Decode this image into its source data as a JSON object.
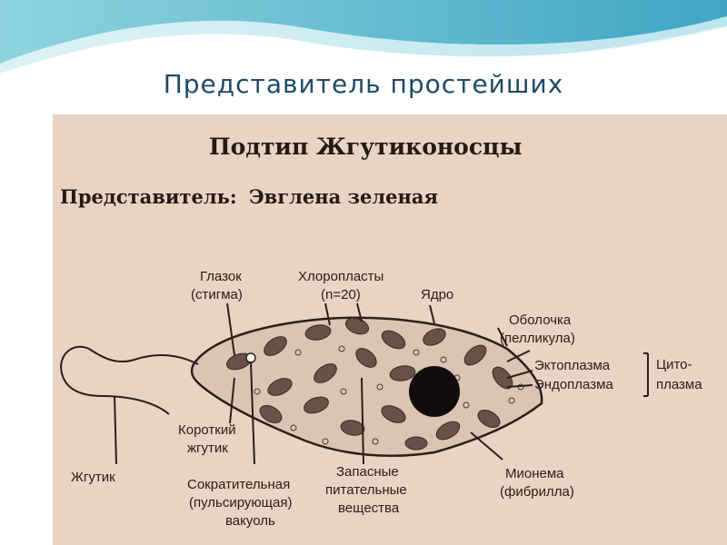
{
  "slide": {
    "title": "Представитель простейших"
  },
  "diagram": {
    "heading": "Подтип Жгутиконосцы",
    "subheading_label": "Представитель:",
    "subheading_name": "Эвглена зеленая",
    "labels": {
      "glazok_1": "Глазок",
      "glazok_2": "(стигма)",
      "chloro_1": "Хлоропласты",
      "chloro_2": "(n=20)",
      "yadro": "Ядро",
      "obolochka_1": "Оболочка",
      "obolochka_2": "(пелликула)",
      "ekto": "Эктоплазма",
      "endo": "Эндоплазма",
      "cyto_1": "Цито-",
      "cyto_2": "плазма",
      "korotkiy_1": "Короткий",
      "korotkiy_2": "жгутик",
      "zhgutik": "Жгутик",
      "sokr_1": "Сократительная",
      "sokr_2": "(пульсирующая)",
      "sokr_3": "вакуоль",
      "zapas_1": "Запасные",
      "zapas_2": "питательные",
      "zapas_3": "вещества",
      "mionema_1": "Мионема",
      "mionema_2": "(фибрилла)"
    }
  },
  "colors": {
    "title": "#1e4b66",
    "panel": "#e9d3c2",
    "ink": "#2b201b",
    "cell_fill": "#dcc4b3",
    "chloroplast": "#6a5046",
    "nucleus": "#120d0c"
  }
}
